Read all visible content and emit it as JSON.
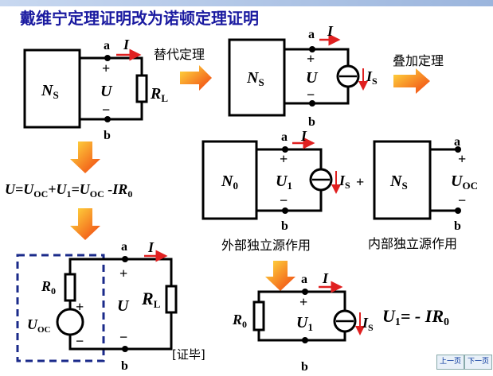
{
  "title": "戴维宁定理证明改为诺顿定理证明",
  "labels": {
    "node_a": "a",
    "node_b": "b",
    "I": "I",
    "U": "U",
    "U1_main": "U",
    "sub1": "1",
    "plus": "+",
    "minus": "−",
    "N": "N",
    "sub_S": "S",
    "sub_0": "0",
    "sub_L": "L",
    "sub_OC": "OC",
    "R": "R",
    "Is_I": "I"
  },
  "captions": {
    "substitution": "替代定理",
    "superposition": "叠加定理",
    "external": "外部独立源作用",
    "internal": "内部独立源作用",
    "qed": "[证毕]"
  },
  "equations": {
    "main": "U=U",
    "main_oc1": "OC",
    "main_mid": "+U",
    "main_1": "1",
    "main_eq": "=U",
    "main_oc2": "OC",
    "main_end": " -IR",
    "main_0": "0",
    "u1_a": "U",
    "u1_1": "1",
    "u1_b": "= - IR",
    "u1_0": "0"
  },
  "nav": {
    "prev": "上一页",
    "next": "下一页"
  },
  "colors": {
    "title": "#1a1aa0",
    "arrow": "#e02020",
    "dashed": "#1a2a8a",
    "block_arrow": "#f07010"
  }
}
